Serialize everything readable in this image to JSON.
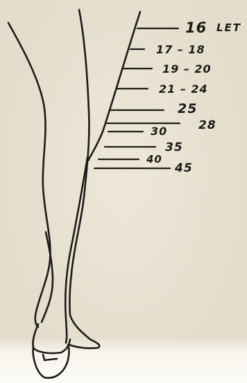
{
  "labels": {
    "l16": "16",
    "let": "LET",
    "l17_18": "17 – 18",
    "l19_20": "19 – 20",
    "l21_24": "21 – 24",
    "l25": "25",
    "l28": "28",
    "l30": "30",
    "l35": "35",
    "l40": "40",
    "l45": "45"
  },
  "colors": {
    "paper": "#e3ddcb",
    "ink": "#1c1b19"
  }
}
